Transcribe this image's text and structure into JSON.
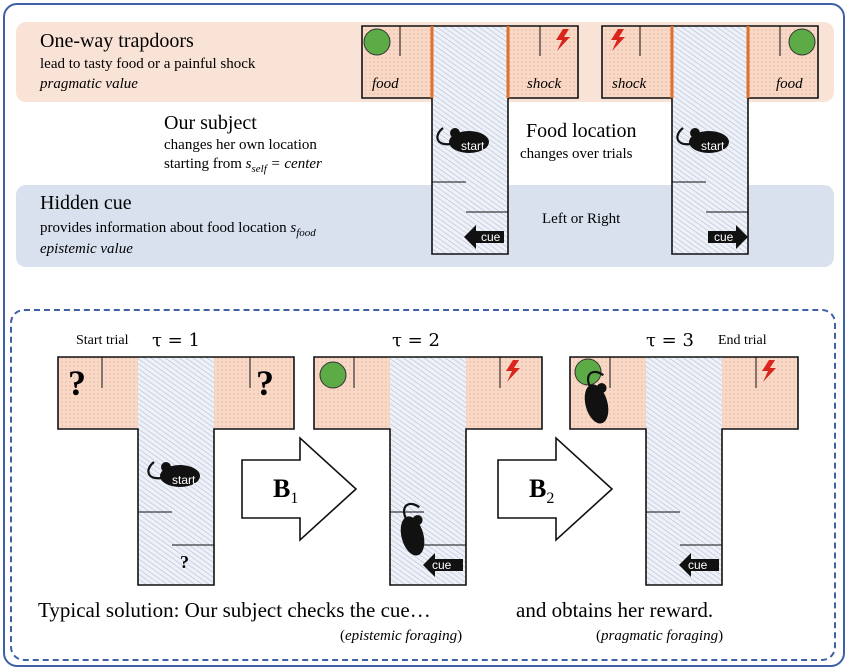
{
  "legend": {
    "trapdoors": {
      "title": "One-way trapdoors",
      "subtitle": "lead to tasty food or a painful shock",
      "value": "pragmatic value"
    },
    "subject": {
      "title": "Our subject",
      "line1": "changes her own location",
      "line2_prefix": "starting from ",
      "line2_math": "s",
      "line2_sub": "self",
      "line2_suffix": " = center"
    },
    "food_location": {
      "title": "Food location",
      "subtitle": "changes over trials"
    },
    "hidden_cue": {
      "title": "Hidden cue",
      "subtitle_prefix": "provides information about food location ",
      "subtitle_math": "s",
      "subtitle_sub": "food",
      "value": "epistemic value"
    },
    "left_or_right": "Left or Right"
  },
  "maze_labels": {
    "food": "food",
    "shock": "shock",
    "start": "start",
    "cue": "cue",
    "question": "?"
  },
  "trial": {
    "start_label": "Start trial",
    "end_label": "End trial",
    "tau1": "τ = 1",
    "tau2": "τ = 2",
    "tau3": "τ = 3",
    "b1": "B",
    "b1_sub": "1",
    "b2": "B",
    "b2_sub": "2",
    "caption_left": "Typical solution: Our subject checks the cue…",
    "caption_right": "and obtains her reward.",
    "note_left": "epistemic foraging",
    "note_right": "pragmatic foraging"
  },
  "colors": {
    "frame": "#3f5fa6",
    "pragmatic_band": "#f9e3d6",
    "epistemic_band": "#d9e1ef",
    "food": "#5cab46",
    "shock": "#d9261c",
    "door": "#e0702a"
  }
}
